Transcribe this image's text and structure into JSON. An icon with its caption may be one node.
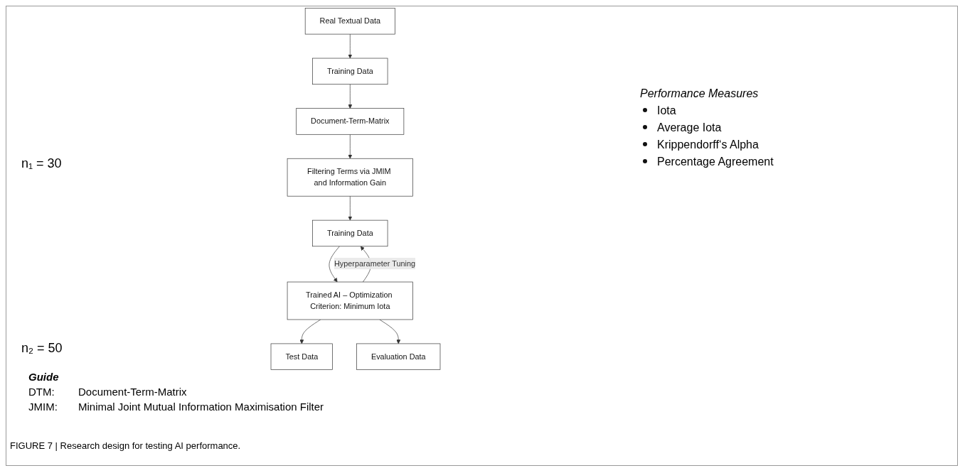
{
  "diagram": {
    "caption": "FIGURE 7 | Research design for testing AI performance.",
    "nodes": [
      {
        "text": [
          "Real Textual Data"
        ]
      },
      {
        "text": [
          "Training Data"
        ]
      },
      {
        "text": [
          "Evaluation Data"
        ]
      },
      {
        "text": [
          "Document-Term-Matrix"
        ]
      },
      {
        "text": [
          "Filtering Terms via JMIM and Information Gain"
        ]
      },
      {
        "text": [
          "Training Data"
        ]
      },
      {
        "text": [
          "Test Data"
        ]
      },
      {
        "text": [
          "Trained AI – Optimization Criterion: Minimum Iota"
        ]
      }
    ],
    "edges": [
      {
        "from": 0,
        "to": 1,
        "arrow": "to"
      },
      {
        "from": 1,
        "to": 3,
        "arrow": "to"
      },
      {
        "from": 3,
        "to": 4,
        "arrow": "to"
      },
      {
        "from": 4,
        "to": 5,
        "arrow": "to"
      },
      {
        "from": 5,
        "to": 7,
        "arrow": "to"
      },
      {
        "from": 7,
        "to": 5,
        "arrow": "to",
        "label": "Hyperparameter Tuning"
      },
      {
        "from": 7,
        "to": 6,
        "arrow": "to"
      },
      {
        "from": 7,
        "to": 2,
        "arrow": "to"
      }
    ],
    "labels": [
      "n₁ = 30",
      "n₂ = 50",
      "Performance Measures",
      "Iota",
      "Average Iota",
      "Krippendorff‘s Alpha",
      "Percentage Agreement",
      "Guide",
      "DTM:",
      "Document-Term-Matrix",
      "JMIM:",
      "Minimal Joint Mutual Information Maximisation Filter"
    ]
  }
}
